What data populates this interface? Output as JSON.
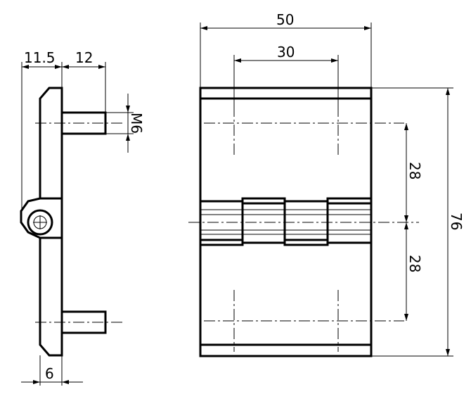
{
  "side_view": {
    "dim_top_left": "11.5",
    "dim_top_right": "12",
    "dim_thread": "M6",
    "dim_bottom": "6"
  },
  "front_view": {
    "dim_width": "50",
    "dim_hole_spacing": "30",
    "dim_upper_offset": "28",
    "dim_lower_offset": "28",
    "dim_height": "76"
  }
}
